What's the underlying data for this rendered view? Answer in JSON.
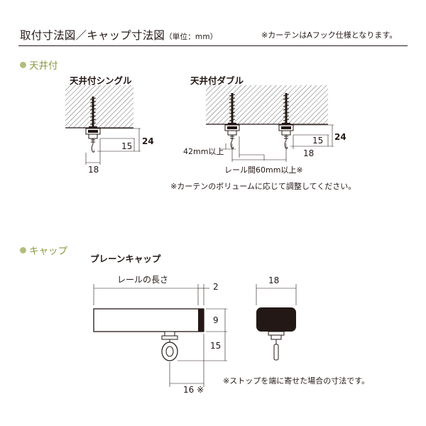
{
  "header": {
    "title": "取付寸法図／キャップ寸法図",
    "unit": "（単位：mm）",
    "note": "※カーテンはAフック仕様となります。"
  },
  "ceiling": {
    "section_label": "天井付",
    "single": {
      "title": "天井付シングル",
      "dim_height": "24",
      "dim_inner": "15",
      "dim_width": "18"
    },
    "double": {
      "title": "天井付ダブル",
      "dim_height": "24",
      "dim_inner": "15",
      "dim_width": "18",
      "offset_label": "42mm以上",
      "spacing_label": "レール間60mm以上※"
    },
    "note": "※カーテンのボリュームに応じて調整してください。"
  },
  "cap": {
    "section_label": "キャップ",
    "title": "プレーンキャップ",
    "rail_length_label": "レールの長さ",
    "dim_gap": "2",
    "dim_height": "9",
    "dim_runner": "15",
    "dim_depth": "16 ※",
    "dim_width": "18",
    "note": "※ストップを端に寄せた場合の寸法です。"
  }
}
